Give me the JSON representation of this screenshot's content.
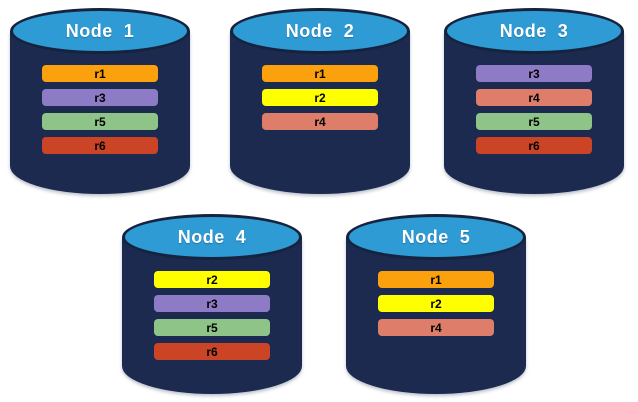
{
  "diagram": {
    "description": "Database nodes with replicated partitions",
    "colors": {
      "background": "#FFFFFF",
      "cylinder_body": "#1B2A4E",
      "cylinder_top": "#2E9BD5",
      "cylinder_outline": "#16233F",
      "replica_r1": "#FBA10D",
      "replica_r2": "#FFFF00",
      "replica_r3": "#8D7CC5",
      "replica_r4": "#DE7E6A",
      "replica_r5": "#8EC487",
      "replica_r6": "#CB4426"
    },
    "nodes": [
      {
        "title": "Node  1",
        "replicas": [
          {
            "label": "r1",
            "color": "#FBA10D"
          },
          {
            "label": "r3",
            "color": "#8D7CC5"
          },
          {
            "label": "r5",
            "color": "#8EC487"
          },
          {
            "label": "r6",
            "color": "#CB4426"
          }
        ]
      },
      {
        "title": "Node  2",
        "replicas": [
          {
            "label": "r1",
            "color": "#FBA10D"
          },
          {
            "label": "r2",
            "color": "#FFFF00"
          },
          {
            "label": "r4",
            "color": "#DE7E6A"
          }
        ]
      },
      {
        "title": "Node  3",
        "replicas": [
          {
            "label": "r3",
            "color": "#8D7CC5"
          },
          {
            "label": "r4",
            "color": "#DE7E6A"
          },
          {
            "label": "r5",
            "color": "#8EC487"
          },
          {
            "label": "r6",
            "color": "#CB4426"
          }
        ]
      },
      {
        "title": "Node  4",
        "replicas": [
          {
            "label": "r2",
            "color": "#FFFF00"
          },
          {
            "label": "r3",
            "color": "#8D7CC5"
          },
          {
            "label": "r5",
            "color": "#8EC487"
          },
          {
            "label": "r6",
            "color": "#CB4426"
          }
        ]
      },
      {
        "title": "Node  5",
        "replicas": [
          {
            "label": "r1",
            "color": "#FBA10D"
          },
          {
            "label": "r2",
            "color": "#FFFF00"
          },
          {
            "label": "r4",
            "color": "#DE7E6A"
          }
        ]
      }
    ]
  }
}
